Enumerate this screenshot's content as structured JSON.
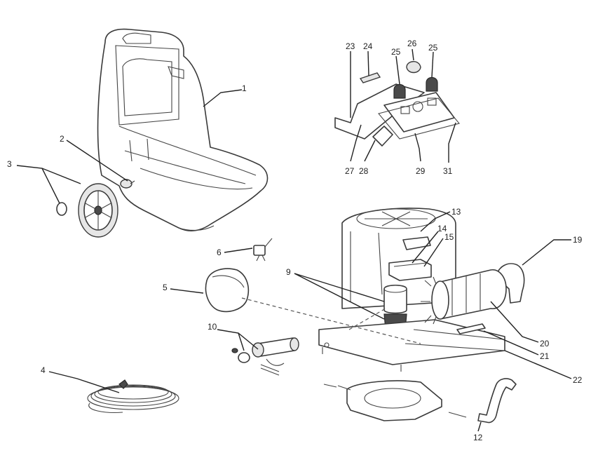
{
  "diagram": {
    "callouts": [
      {
        "id": "c1",
        "label": "1"
      },
      {
        "id": "c2",
        "label": "2"
      },
      {
        "id": "c3",
        "label": "3"
      },
      {
        "id": "c4",
        "label": "4"
      },
      {
        "id": "c5",
        "label": "5"
      },
      {
        "id": "c6",
        "label": "6"
      },
      {
        "id": "c9",
        "label": "9"
      },
      {
        "id": "c10",
        "label": "10"
      },
      {
        "id": "c12",
        "label": "12"
      },
      {
        "id": "c13",
        "label": "13"
      },
      {
        "id": "c14",
        "label": "14"
      },
      {
        "id": "c15",
        "label": "15"
      },
      {
        "id": "c19",
        "label": "19"
      },
      {
        "id": "c20",
        "label": "20"
      },
      {
        "id": "c21",
        "label": "21"
      },
      {
        "id": "c22",
        "label": "22"
      },
      {
        "id": "c23",
        "label": "23"
      },
      {
        "id": "c24",
        "label": "24"
      },
      {
        "id": "c25a",
        "label": "25"
      },
      {
        "id": "c25b",
        "label": "25"
      },
      {
        "id": "c26",
        "label": "26"
      },
      {
        "id": "c27",
        "label": "27"
      },
      {
        "id": "c28",
        "label": "28"
      },
      {
        "id": "c29",
        "label": "29"
      },
      {
        "id": "c31",
        "label": "31"
      }
    ]
  }
}
